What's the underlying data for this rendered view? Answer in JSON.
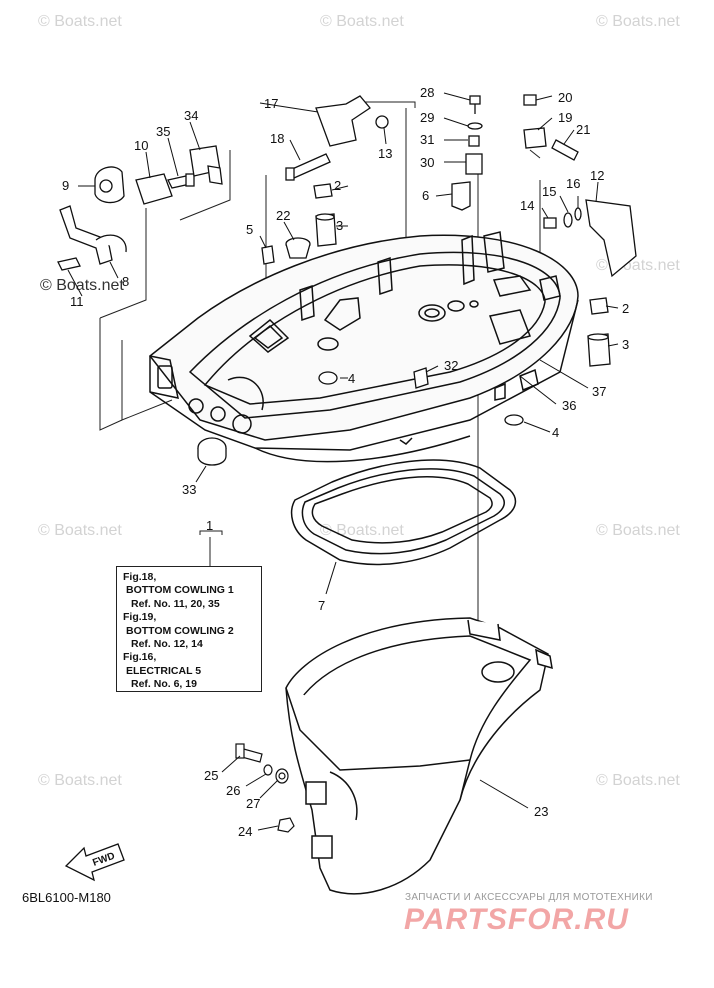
{
  "watermark": "© Boats.net",
  "part_refs": {
    "r1": "1",
    "r2a": "2",
    "r2b": "2",
    "r3a": "3",
    "r3b": "3",
    "r4a": "4",
    "r4b": "4",
    "r5": "5",
    "r6": "6",
    "r7": "7",
    "r8": "8",
    "r9": "9",
    "r10": "10",
    "r11": "11",
    "r12": "12",
    "r13": "13",
    "r14": "14",
    "r15": "15",
    "r16": "16",
    "r17": "17",
    "r18": "18",
    "r19": "19",
    "r20": "20",
    "r21": "21",
    "r22": "22",
    "r23": "23",
    "r24": "24",
    "r25": "25",
    "r26": "26",
    "r27": "27",
    "r28": "28",
    "r29": "29",
    "r30": "30",
    "r31": "31",
    "r32": "32",
    "r33": "33",
    "r34": "34",
    "r35": "35",
    "r36": "36",
    "r37": "37"
  },
  "fig_box": {
    "l1": "Fig.18,",
    "l2": "BOTTOM COWLING 1",
    "l3": "Ref. No. 11, 20, 35",
    "l4": "Fig.19,",
    "l5": "BOTTOM COWLING 2",
    "l6": "Ref. No. 12, 14",
    "l7": "Fig.16,",
    "l8": "ELECTRICAL 5",
    "l9": "Ref. No. 6, 19"
  },
  "fwd_label": "FWD",
  "diagram_code": "6BL6100-M180",
  "site_tagline": "ЗАПЧАСТИ И АКСЕССУАРЫ ДЛЯ МОТОТЕХНИКИ",
  "site_brand": "PARTSFOR.RU"
}
